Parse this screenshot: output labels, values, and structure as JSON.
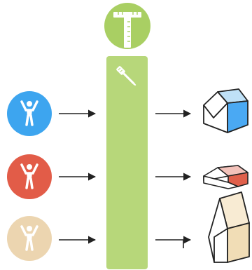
{
  "colors": {
    "tool_green": "#b7d77a",
    "tool_circle_green": "#a9cf63",
    "person_blue": "#3da5ef",
    "person_red": "#e25c48",
    "person_beige": "#ecd5b0",
    "white": "#ffffff",
    "arrow": "#222222",
    "house_blue_face": "#4aa9f3",
    "house_blue_roof": "#bfe1f7",
    "house_red_face": "#e0604b",
    "house_red_roof": "#f3c2ba",
    "house_beige_face": "#f1ddb6",
    "house_beige_front": "#f8ebd3"
  },
  "nodes": {
    "top_tool": {
      "icon": "t-square-ruler-icon"
    },
    "pipeline": {
      "icon": "screwdriver-icon"
    },
    "people": [
      {
        "icon": "person-icon",
        "color": "blue"
      },
      {
        "icon": "person-icon",
        "color": "red"
      },
      {
        "icon": "person-icon",
        "color": "beige"
      }
    ],
    "outputs": [
      {
        "icon": "house-cube-icon",
        "color": "blue"
      },
      {
        "icon": "flat-slab-icon",
        "color": "red"
      },
      {
        "icon": "tall-house-icon",
        "color": "beige"
      }
    ]
  }
}
